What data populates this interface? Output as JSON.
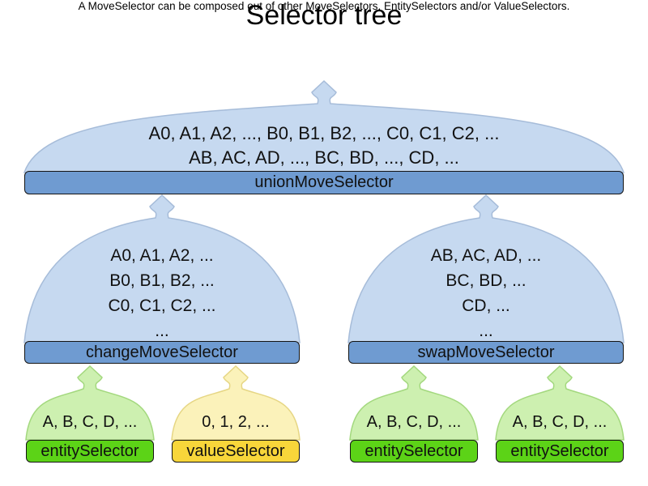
{
  "header": {
    "title": "Selector tree",
    "subtitle": "A MoveSelector can be composed out of other MoveSelectors, EntitySelectors and/or ValueSelectors."
  },
  "tree": {
    "root": {
      "bar_label": "unionMoveSelector",
      "items": [
        "A0, A1, A2, ..., B0, B1, B2, ..., C0, C1, C2, ...",
        "AB, AC, AD, ..., BC, BD, ..., CD, ..."
      ]
    },
    "middle": [
      {
        "bar_label": "changeMoveSelector",
        "items": [
          "A0, A1, A2, ...",
          "B0, B1, B2, ...",
          "C0, C1, C2, ...",
          "..."
        ]
      },
      {
        "bar_label": "swapMoveSelector",
        "items": [
          "AB, AC, AD, ...",
          "BC, BD, ...",
          "CD, ...",
          "..."
        ]
      }
    ],
    "leaves": [
      {
        "bar_label": "entitySelector",
        "items": [
          "A, B, C, D, ..."
        ]
      },
      {
        "bar_label": "valueSelector",
        "items": [
          "0, 1, 2, ..."
        ]
      },
      {
        "bar_label": "entitySelector",
        "items": [
          "A, B, C, D, ..."
        ]
      },
      {
        "bar_label": "entitySelector",
        "items": [
          "A, B, C, D, ..."
        ]
      }
    ]
  },
  "colors": {
    "blue_fill": "#c6d9f0",
    "blue_stroke": "#a6bcd9",
    "blue_bar": "#6f9bd1",
    "green_fill": "#cdf0b0",
    "green_stroke": "#a3d87e",
    "green_bar": "#5cd317",
    "yellow_fill": "#fbf2ba",
    "yellow_stroke": "#e6d684",
    "yellow_bar": "#f8d63a"
  }
}
